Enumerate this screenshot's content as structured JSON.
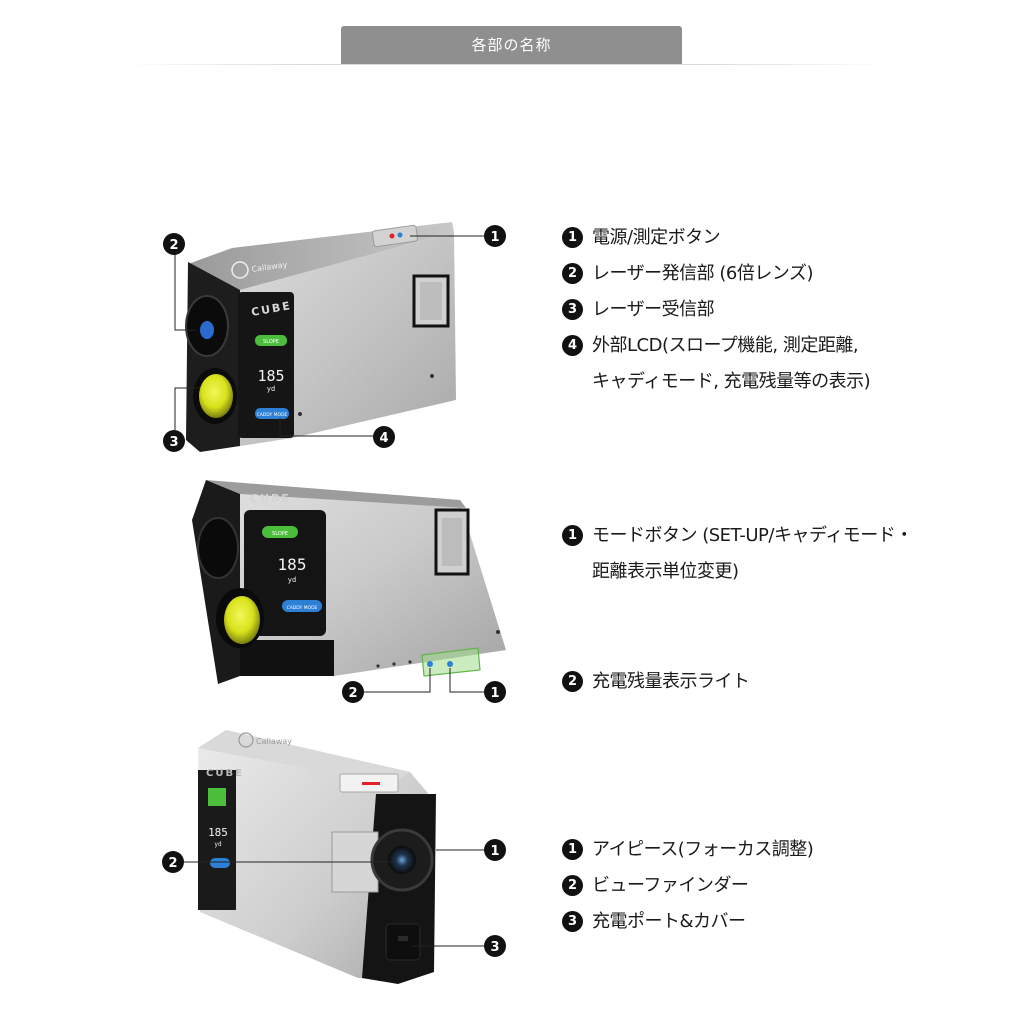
{
  "header": {
    "title": "各部の名称"
  },
  "device": {
    "brand": "Callaway",
    "model": "CUBE",
    "lcd_value": "185",
    "lcd_unit": "yd",
    "slope_label": "SLOPE",
    "caddy_label": "CADDY MODE"
  },
  "sections": [
    {
      "items": [
        {
          "num": "1",
          "text": "電源/測定ボタン"
        },
        {
          "num": "2",
          "text": "レーザー発信部 (6倍レンズ)"
        },
        {
          "num": "3",
          "text": "レーザー受信部"
        },
        {
          "num": "4",
          "text": "外部LCD(スロープ機能, 測定距離,\nキャディモード, 充電残量等の表示)"
        }
      ]
    },
    {
      "items": [
        {
          "num": "1",
          "text": "モードボタン (SET-UP/キャディモード・\n距離表示単位変更)"
        },
        {
          "num": "2",
          "text": "充電残量表示ライト"
        }
      ]
    },
    {
      "items": [
        {
          "num": "1",
          "text": "アイピース(フォーカス調整)"
        },
        {
          "num": "2",
          "text": "ビューファインダー"
        },
        {
          "num": "3",
          "text": "充電ポート&カバー"
        }
      ]
    }
  ],
  "colors": {
    "title_bar": "#8f8f8f",
    "badge": "#111111",
    "lens_yellow": "#d8e21a",
    "slope_green": "#4bbf3c",
    "caddy_blue": "#2e7fd6",
    "button_red": "#e0222a"
  }
}
